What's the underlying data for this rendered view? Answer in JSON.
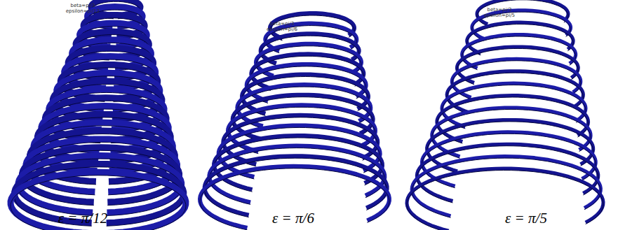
{
  "diagram": {
    "labels": [
      "beta=pi/3",
      "epsilon=pi/12",
      "ε = π/12",
      "beta=pi/3",
      "epsilon=pi/6",
      "ε = π/6",
      "beta=pi/3",
      "epsilon=pi/5",
      "ε = π/5"
    ]
  }
}
